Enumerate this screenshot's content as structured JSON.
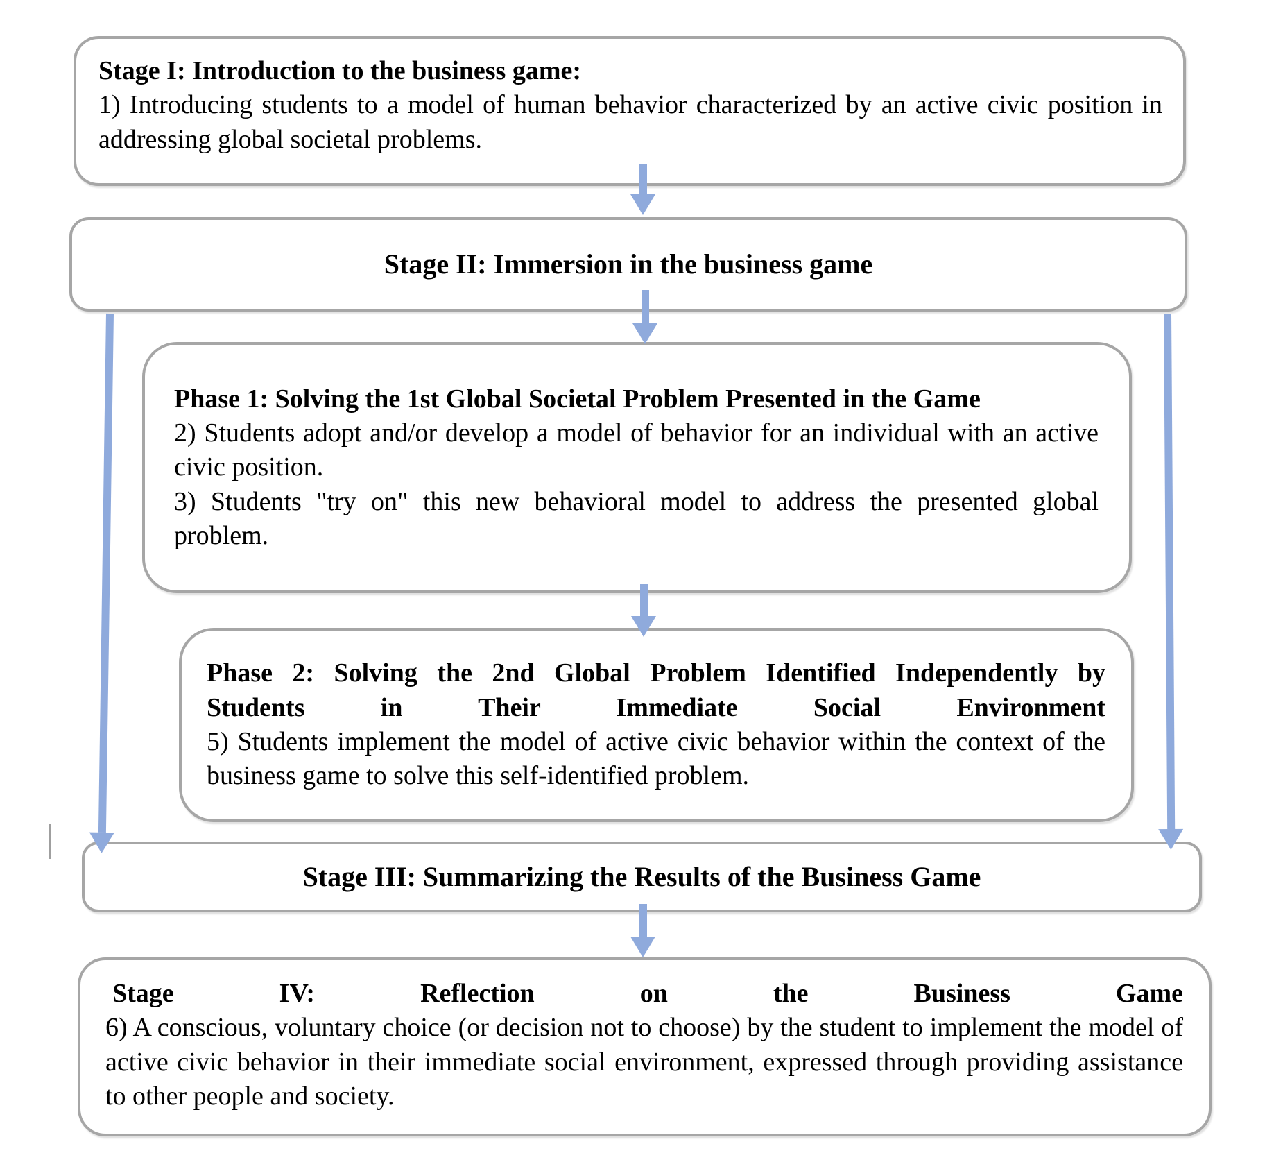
{
  "palette": {
    "arrow": "#8FAADC",
    "border": "#A6A6A6",
    "text": "#000000",
    "background": "#FFFFFF"
  },
  "boxes": {
    "stage1": {
      "title": "Stage I: Introduction to the business game:",
      "body": "1) Introducing students to a model of human behavior characterized by an active civic position in addressing global societal problems."
    },
    "stage2": {
      "title": "Stage II: Immersion in the business game"
    },
    "phase1": {
      "title": "Phase 1: Solving the 1st Global Societal Problem Presented in the Game",
      "body_lines": [
        "2) Students adopt and/or develop a model of behavior for an individual with an active civic position.",
        "3) Students \"try on\" this new behavioral model to address the presented global problem."
      ]
    },
    "phase2": {
      "title_line1": "Phase 2: Solving the 2nd Global Problem Identified Independently by",
      "title_line2": "Students in Their Immediate Social Environment",
      "body": "5) Students implement the model of active civic behavior within the context of the business game to solve this self-identified problem."
    },
    "stage3": {
      "title": "Stage III: Summarizing the Results of the Business Game"
    },
    "stage4": {
      "title": "Stage IV: Reflection on the Business Game",
      "body": "6) A conscious, voluntary choice (or decision not to choose) by the student to implement the model of active civic behavior in their immediate social environment, expressed through providing assistance to other people and society."
    }
  }
}
